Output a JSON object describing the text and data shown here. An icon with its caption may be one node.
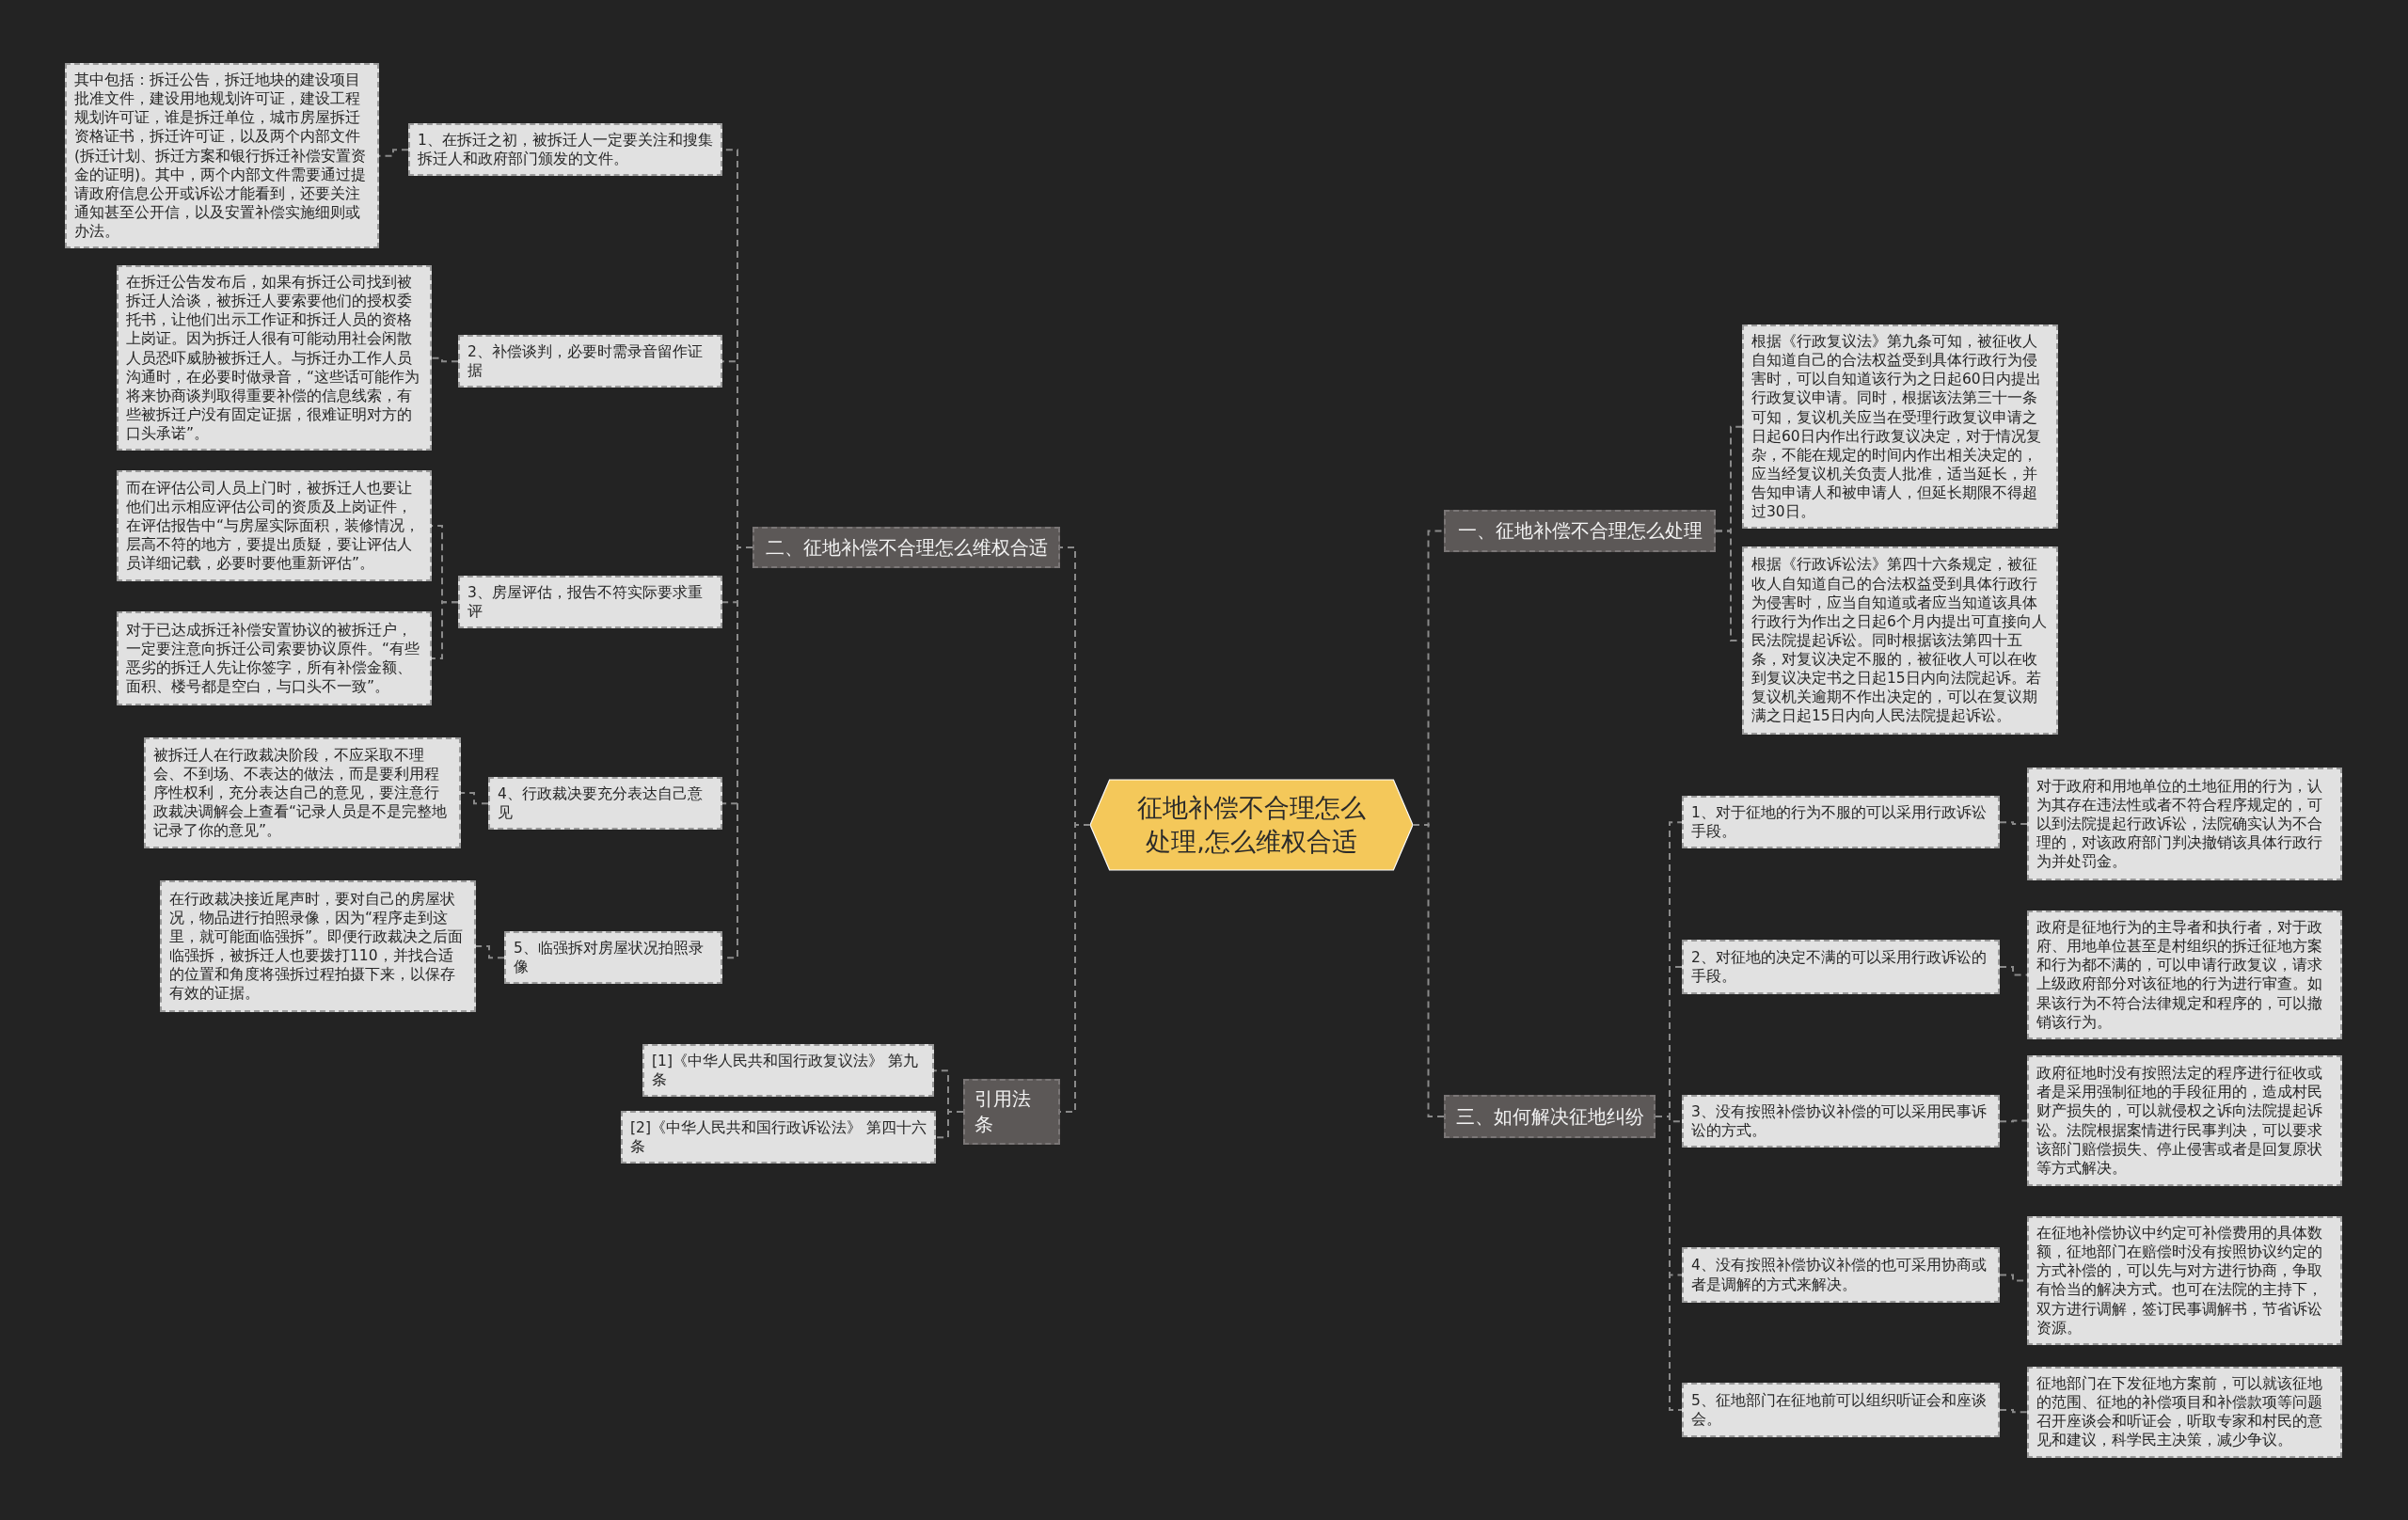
{
  "diagram": {
    "nodes": [
      {
        "text": [
          "征地补偿不合理怎么处理,怎么维权合适"
        ]
      },
      {
        "text": [
          "二、征地补偿不合理怎么维权合适"
        ]
      },
      {
        "text": [
          "1、在拆迁之初，被拆迁人一定要关注和搜集拆迁人和政府部门颁发的文件。"
        ]
      },
      {
        "text": [
          "其中包括：拆迁公告，拆迁地块的建设项目批准文件，建设用地规划许可证，建设工程规划许可证，谁是拆迁单位，城市房屋拆迁资格证书，拆迁许可证，以及两个内部文件(拆迁计划、拆迁方案和银行拆迁补偿安置资金的证明)。其中，两个内部文件需要通过提请政府信息公开或诉讼才能看到，还要关注通知甚至公开信，以及安置补偿实施细则或办法。"
        ]
      },
      {
        "text": [
          "2、补偿谈判，必要时需录音留作证据"
        ]
      },
      {
        "text": [
          "在拆迁公告发布后，如果有拆迁公司找到被拆迁人洽谈，被拆迁人要索要他们的授权委托书，让他们出示工作证和拆迁人员的资格上岗证。因为拆迁人很有可能动用社会闲散人员恐吓威胁被拆迁人。与拆迁办工作人员沟通时，在必要时做录音，“这些话可能作为将来协商谈判取得重要补偿的信息线索，有些被拆迁户没有固定证据，很难证明对方的口头承诺”。"
        ]
      },
      {
        "text": [
          "3、房屋评估，报告不符实际要求重评"
        ]
      },
      {
        "text": [
          "而在评估公司人员上门时，被拆迁人也要让他们出示相应评估公司的资质及上岗证件，在评估报告中“与房屋实际面积，装修情况，层高不符的地方，要提出质疑，要让评估人员详细记载，必要时要他重新评估”。"
        ]
      },
      {
        "text": [
          "对于已达成拆迁补偿安置协议的被拆迁户，一定要注意向拆迁公司索要协议原件。“有些恶劣的拆迁人先让你签字，所有补偿金额、面积、楼号都是空白，与口头不一致”。"
        ]
      },
      {
        "text": [
          "4、行政裁决要充分表达自己意见"
        ]
      },
      {
        "text": [
          "被拆迁人在行政裁决阶段，不应采取不理会、不到场、不表达的做法，而是要利用程序性权利，充分表达自己的意见，要注意行政裁决调解会上查看“记录人员是不是完整地记录了你的意见”。"
        ]
      },
      {
        "text": [
          "5、临强拆对房屋状况拍照录像"
        ]
      },
      {
        "text": [
          "在行政裁决接近尾声时，要对自己的房屋状况，物品进行拍照录像，因为“程序走到这里，就可能面临强拆”。即便行政裁决之后面临强拆，被拆迁人也要拨打110，并找合适的位置和角度将强拆过程拍摄下来，以保存有效的证据。"
        ]
      },
      {
        "text": [
          "引用法条"
        ]
      },
      {
        "text": [
          "[1]《中华人民共和国行政复议法》 第九条"
        ]
      },
      {
        "text": [
          "[2]《中华人民共和国行政诉讼法》 第四十六条"
        ]
      },
      {
        "text": [
          "一、征地补偿不合理怎么处理"
        ]
      },
      {
        "text": [
          "根据《行政复议法》第九条可知，被征收人自知道自己的合法权益受到具体行政行为侵害时，可以自知道该行为之日起60日内提出行政复议申请。同时，根据该法第三十一条可知，复议机关应当在受理行政复议申请之日起60日内作出行政复议决定，对于情况复杂，不能在规定的时间内作出相关决定的，应当经复议机关负责人批准，适当延长，并告知申请人和被申请人，但延长期限不得超过30日。"
        ]
      },
      {
        "text": [
          "根据《行政诉讼法》第四十六条规定，被征收人自知道自己的合法权益受到具体行政行为侵害时，应当自知道或者应当知道该具体行政行为作出之日起6个月内提出可直接向人民法院提起诉讼。同时根据该法第四十五条，对复议决定不服的，被征收人可以在收到复议决定书之日起15日内向法院起诉。若复议机关逾期不作出决定的，可以在复议期满之日起15日内向人民法院提起诉讼。"
        ]
      },
      {
        "text": [
          "三、如何解决征地纠纷"
        ]
      },
      {
        "text": [
          "1、对于征地的行为不服的可以采用行政诉讼手段。"
        ]
      },
      {
        "text": [
          "对于政府和用地单位的土地征用的行为，认为其存在违法性或者不符合程序规定的，可以到法院提起行政诉讼，法院确实认为不合理的，对该政府部门判决撤销该具体行政行为并处罚金。"
        ]
      },
      {
        "text": [
          "2、对征地的决定不满的可以采用行政诉讼的手段。"
        ]
      },
      {
        "text": [
          "政府是征地行为的主导者和执行者，对于政府、用地单位甚至是村组织的拆迁征地方案和行为都不满的，可以申请行政复议，请求上级政府部分对该征地的行为进行审查。如果该行为不符合法律规定和程序的，可以撤销该行为。"
        ]
      },
      {
        "text": [
          "3、没有按照补偿协议补偿的可以采用民事诉讼的方式。"
        ]
      },
      {
        "text": [
          "政府征地时没有按照法定的程序进行征收或者是采用强制征地的手段征用的，造成村民财产损失的，可以就侵权之诉向法院提起诉讼。法院根据案情进行民事判决，可以要求该部门赔偿损失、停止侵害或者是回复原状等方式解决。"
        ]
      },
      {
        "text": [
          "4、没有按照补偿协议补偿的也可采用协商或者是调解的方式来解决。"
        ]
      },
      {
        "text": [
          "在征地补偿协议中约定可补偿费用的具体数额，征地部门在赔偿时没有按照协议约定的方式补偿的，可以先与对方进行协商，争取有恰当的解决方式。也可在法院的主持下，双方进行调解，签订民事调解书，节省诉讼资源。"
        ]
      },
      {
        "text": [
          "5、征地部门在征地前可以组织听证会和座谈会。"
        ]
      },
      {
        "text": [
          "征地部门在下发征地方案前，可以就该征地的范围、征地的补偿项目和补偿款项等问题召开座谈会和听证会，听取专家和村民的意见和建议，科学民主决策，减少争议。"
        ]
      }
    ],
    "edges": [
      {
        "from": 0,
        "to": 1,
        "arrow": "none"
      },
      {
        "from": 0,
        "to": 13,
        "arrow": "none"
      },
      {
        "from": 0,
        "to": 16,
        "arrow": "none"
      },
      {
        "from": 0,
        "to": 19,
        "arrow": "none"
      },
      {
        "from": 1,
        "to": 2,
        "arrow": "none"
      },
      {
        "from": 1,
        "to": 4,
        "arrow": "none"
      },
      {
        "from": 1,
        "to": 6,
        "arrow": "none"
      },
      {
        "from": 1,
        "to": 9,
        "arrow": "none"
      },
      {
        "from": 1,
        "to": 11,
        "arrow": "none"
      },
      {
        "from": 2,
        "to": 3,
        "arrow": "none"
      },
      {
        "from": 4,
        "to": 5,
        "arrow": "none"
      },
      {
        "from": 6,
        "to": 7,
        "arrow": "none"
      },
      {
        "from": 6,
        "to": 8,
        "arrow": "none"
      },
      {
        "from": 9,
        "to": 10,
        "arrow": "none"
      },
      {
        "from": 11,
        "to": 12,
        "arrow": "none"
      },
      {
        "from": 13,
        "to": 14,
        "arrow": "none"
      },
      {
        "from": 13,
        "to": 15,
        "arrow": "none"
      },
      {
        "from": 16,
        "to": 17,
        "arrow": "none"
      },
      {
        "from": 16,
        "to": 18,
        "arrow": "none"
      },
      {
        "from": 19,
        "to": 20,
        "arrow": "none"
      },
      {
        "from": 19,
        "to": 22,
        "arrow": "none"
      },
      {
        "from": 19,
        "to": 24,
        "arrow": "none"
      },
      {
        "from": 19,
        "to": 26,
        "arrow": "none"
      },
      {
        "from": 19,
        "to": 28,
        "arrow": "none"
      },
      {
        "from": 20,
        "to": 21,
        "arrow": "none"
      },
      {
        "from": 22,
        "to": 23,
        "arrow": "none"
      },
      {
        "from": 24,
        "to": 25,
        "arrow": "none"
      },
      {
        "from": 26,
        "to": 27,
        "arrow": "none"
      },
      {
        "from": 28,
        "to": 29,
        "arrow": "none"
      }
    ]
  }
}
